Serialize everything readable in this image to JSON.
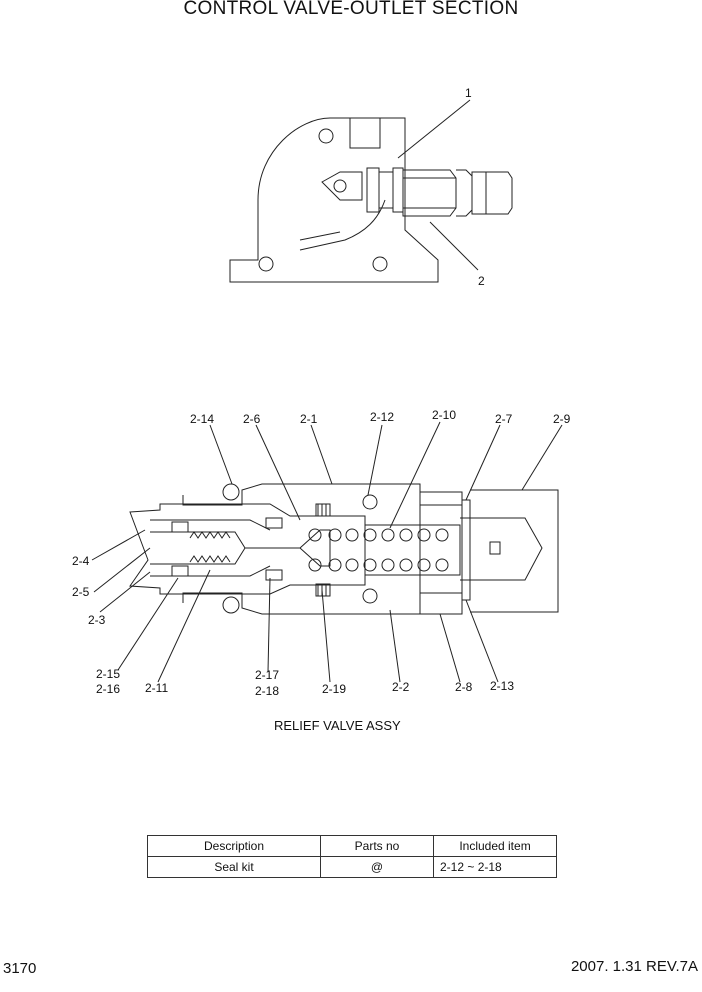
{
  "title": "CONTROL VALVE-OUTLET SECTION",
  "top_labels": [
    "1",
    "2"
  ],
  "relief_labels": [
    "2-14",
    "2-6",
    "2-1",
    "2-12",
    "2-10",
    "2-7",
    "2-9",
    "2-4",
    "2-5",
    "2-3",
    "2-15",
    "2-16",
    "2-11",
    "2-17",
    "2-18",
    "2-19",
    "2-2",
    "2-8",
    "2-13"
  ],
  "caption": "RELIEF VALVE ASSY",
  "table": {
    "headers": [
      "Description",
      "Parts no",
      "Included item"
    ],
    "rows": [
      [
        "Seal kit",
        "@",
        "2-12 ~ 2-18"
      ]
    ]
  },
  "footer": {
    "page": "3170",
    "revision": "2007. 1.31  REV.7A"
  }
}
